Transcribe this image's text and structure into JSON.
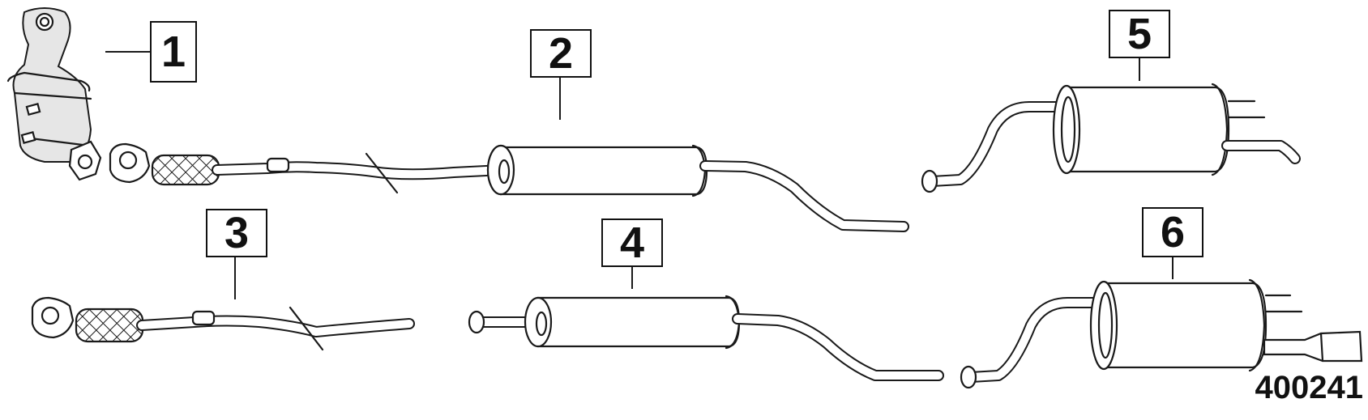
{
  "callouts": [
    "1",
    "2",
    "3",
    "4",
    "5",
    "6"
  ],
  "reference_number": "400241",
  "parts": [
    {
      "callout": "1",
      "icon": "catalytic-converter-icon"
    },
    {
      "callout": "2",
      "icon": "front-pipe-with-center-muffler-icon"
    },
    {
      "callout": "3",
      "icon": "front-pipe-flex-section-icon"
    },
    {
      "callout": "4",
      "icon": "center-muffler-pipe-icon"
    },
    {
      "callout": "5",
      "icon": "rear-muffler-icon"
    },
    {
      "callout": "6",
      "icon": "rear-muffler-dual-tip-icon"
    }
  ]
}
